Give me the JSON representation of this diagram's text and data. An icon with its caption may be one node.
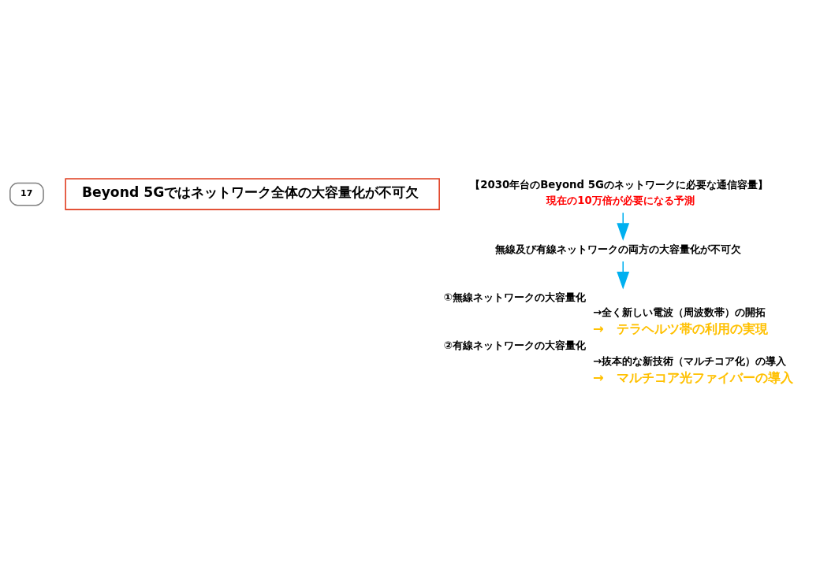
{
  "diagram": {
    "nodes": [
      {
        "text": [
          "17"
        ]
      },
      {
        "text": [
          "Beyond 5Gではネットワーク全体の大容量化が不可欠"
        ]
      },
      {
        "text": [
          "【2030年台のBeyond 5Gのネットワークに必要な通信容量】",
          "現在の10万倍が必要になる予測"
        ]
      },
      {
        "text": [
          "無線及び有線ネットワークの両方の大容量化が不可欠"
        ]
      },
      {
        "text": [
          "①無線ネットワークの大容量化",
          "→全く新しい電波（周波数帯）の開拓",
          "→　テラヘルツ帯の利用の実現",
          "②有線ネットワークの大容量化",
          "→抜本的な新技術（マルチコア化）の導入",
          "→　マルチコア光ファイバーの導入"
        ]
      }
    ],
    "edges": [
      {
        "from": 2,
        "to": 3,
        "arrow": "to"
      },
      {
        "from": 3,
        "to": 4,
        "arrow": "to"
      }
    ]
  }
}
